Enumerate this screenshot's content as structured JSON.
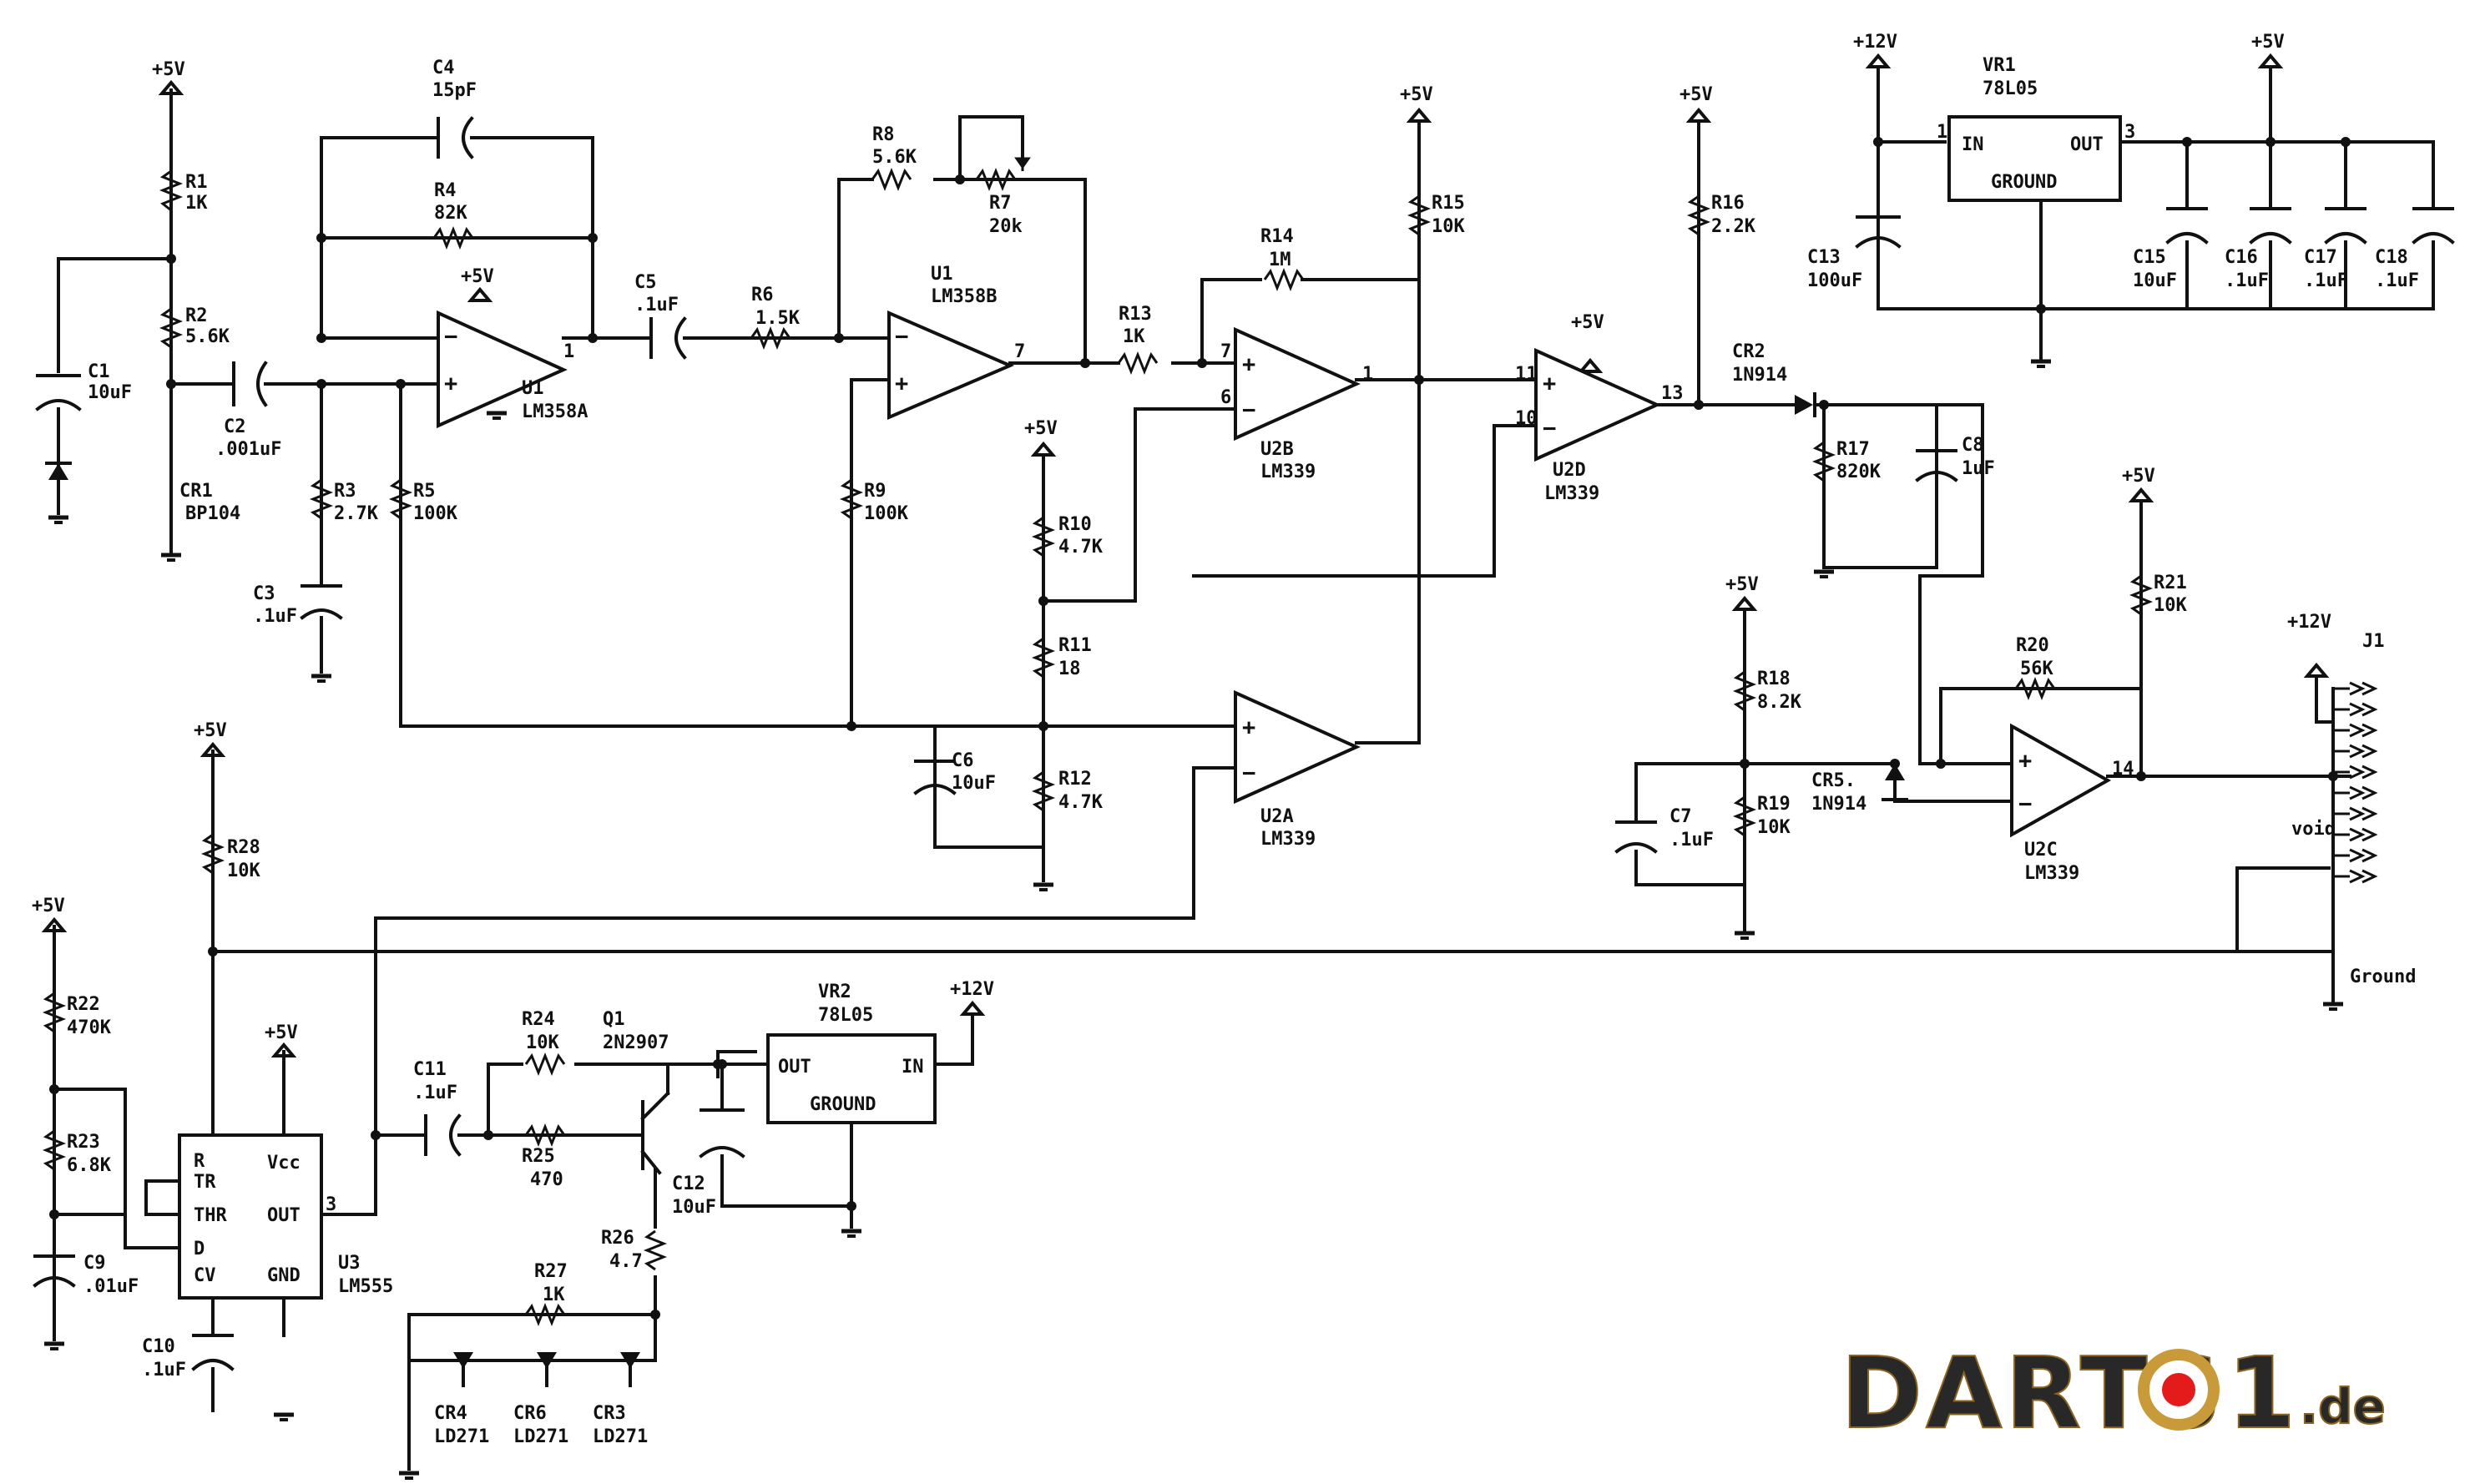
{
  "schematic": {
    "rails": {
      "p5": "+5V",
      "p12": "+12V"
    },
    "opamp_u1a": {
      "ref": "U1",
      "part": "LM358A",
      "pin_out": "1"
    },
    "opamp_u1b": {
      "ref": "U1",
      "part": "LM358B",
      "pin_out": "7"
    },
    "comp_u2a": {
      "ref": "U2A",
      "part": "LM339"
    },
    "comp_u2b": {
      "ref": "U2B",
      "part": "LM339",
      "pin_out": "1",
      "pin_plus": "7",
      "pin_minus": "6"
    },
    "comp_u2c": {
      "ref": "U2C",
      "part": "LM339",
      "pin_out": "14"
    },
    "comp_u2d": {
      "ref": "U2D",
      "part": "LM339",
      "pin_plus": "11",
      "pin_minus": "10",
      "pin_out": "13"
    },
    "r1": {
      "ref": "R1",
      "value": "1K"
    },
    "r2": {
      "ref": "R2",
      "value": "5.6K"
    },
    "r3": {
      "ref": "R3",
      "value": "2.7K"
    },
    "r4": {
      "ref": "R4",
      "value": "82K"
    },
    "r5": {
      "ref": "R5",
      "value": "100K"
    },
    "r6": {
      "ref": "R6",
      "value": "1.5K"
    },
    "r7": {
      "ref": "R7",
      "value": "20k"
    },
    "r8": {
      "ref": "R8",
      "value": "5.6K"
    },
    "r9": {
      "ref": "R9",
      "value": "100K"
    },
    "r10": {
      "ref": "R10",
      "value": "4.7K"
    },
    "r11": {
      "ref": "R11",
      "value": "18"
    },
    "r12": {
      "ref": "R12",
      "value": "4.7K"
    },
    "r13": {
      "ref": "R13",
      "value": "1K"
    },
    "r14": {
      "ref": "R14",
      "value": "1M"
    },
    "r15": {
      "ref": "R15",
      "value": "10K"
    },
    "r16": {
      "ref": "R16",
      "value": "2.2K"
    },
    "r17": {
      "ref": "R17",
      "value": "820K"
    },
    "r18": {
      "ref": "R18",
      "value": "8.2K"
    },
    "r19": {
      "ref": "R19",
      "value": "10K"
    },
    "r20": {
      "ref": "R20",
      "value": "56K"
    },
    "r21": {
      "ref": "R21",
      "value": "10K"
    },
    "r22": {
      "ref": "R22",
      "value": "470K"
    },
    "r23": {
      "ref": "R23",
      "value": "6.8K"
    },
    "r24": {
      "ref": "R24",
      "value": "10K"
    },
    "r25": {
      "ref": "R25",
      "value": "470"
    },
    "r26": {
      "ref": "R26",
      "value": "4.7"
    },
    "r27": {
      "ref": "R27",
      "value": "1K"
    },
    "r28": {
      "ref": "R28",
      "value": "10K"
    },
    "c1": {
      "ref": "C1",
      "value": "10uF"
    },
    "c2": {
      "ref": "C2",
      "value": ".001uF"
    },
    "c3": {
      "ref": "C3",
      "value": ".1uF"
    },
    "c4": {
      "ref": "C4",
      "value": "15pF"
    },
    "c5": {
      "ref": "C5",
      "value": ".1uF"
    },
    "c6": {
      "ref": "C6",
      "value": "10uF"
    },
    "c7": {
      "ref": "C7",
      "value": ".1uF"
    },
    "c8": {
      "ref": "C8",
      "value": "1uF"
    },
    "c9": {
      "ref": "C9",
      "value": ".01uF"
    },
    "c10": {
      "ref": "C10",
      "value": ".1uF"
    },
    "c11": {
      "ref": "C11",
      "value": ".1uF"
    },
    "c12": {
      "ref": "C12",
      "value": "10uF"
    },
    "c13": {
      "ref": "C13",
      "value": "100uF"
    },
    "c15": {
      "ref": "C15",
      "value": "10uF"
    },
    "c16": {
      "ref": "C16",
      "value": ".1uF"
    },
    "c17": {
      "ref": "C17",
      "value": ".1uF"
    },
    "c18": {
      "ref": "C18",
      "value": ".1uF"
    },
    "cr1": {
      "ref": "CR1",
      "value": "BP104"
    },
    "cr2": {
      "ref": "CR2",
      "value": "1N914"
    },
    "cr3": {
      "ref": "CR3",
      "value": "LD271"
    },
    "cr4": {
      "ref": "CR4",
      "value": "LD271"
    },
    "cr5": {
      "ref": "CR5.",
      "value": "1N914"
    },
    "cr6": {
      "ref": "CR6",
      "value": "LD271"
    },
    "q1": {
      "ref": "Q1",
      "value": "2N2907"
    },
    "vr1": {
      "ref": "VR1",
      "part": "78L05",
      "pin_in": "IN",
      "pin_out": "OUT",
      "pin_gnd": "GROUND",
      "pin_in_num": "1",
      "pin_out_num": "3"
    },
    "vr2": {
      "ref": "VR2",
      "part": "78L05",
      "pin_in": "IN",
      "pin_out": "OUT",
      "pin_gnd": "GROUND"
    },
    "u3": {
      "ref": "U3",
      "part": "LM555",
      "pin_r": "R",
      "pin_tr": "TR",
      "pin_thr": "THR",
      "pin_d": "D",
      "pin_cv": "CV",
      "pin_vcc": "Vcc",
      "pin_out": "OUT",
      "pin_gnd": "GND",
      "pin_out_num": "3"
    },
    "connector": {
      "ref": "J1",
      "void_label": "void",
      "ground_label": "Ground",
      "pin_count": 10
    },
    "pin_plus": "+",
    "pin_minus": "−"
  },
  "watermark": {
    "text_a": "DARTS",
    "text_b": "1",
    "text_c": ".de",
    "brand_color": "#c89a3a",
    "dot_color": "#e31b1b"
  }
}
